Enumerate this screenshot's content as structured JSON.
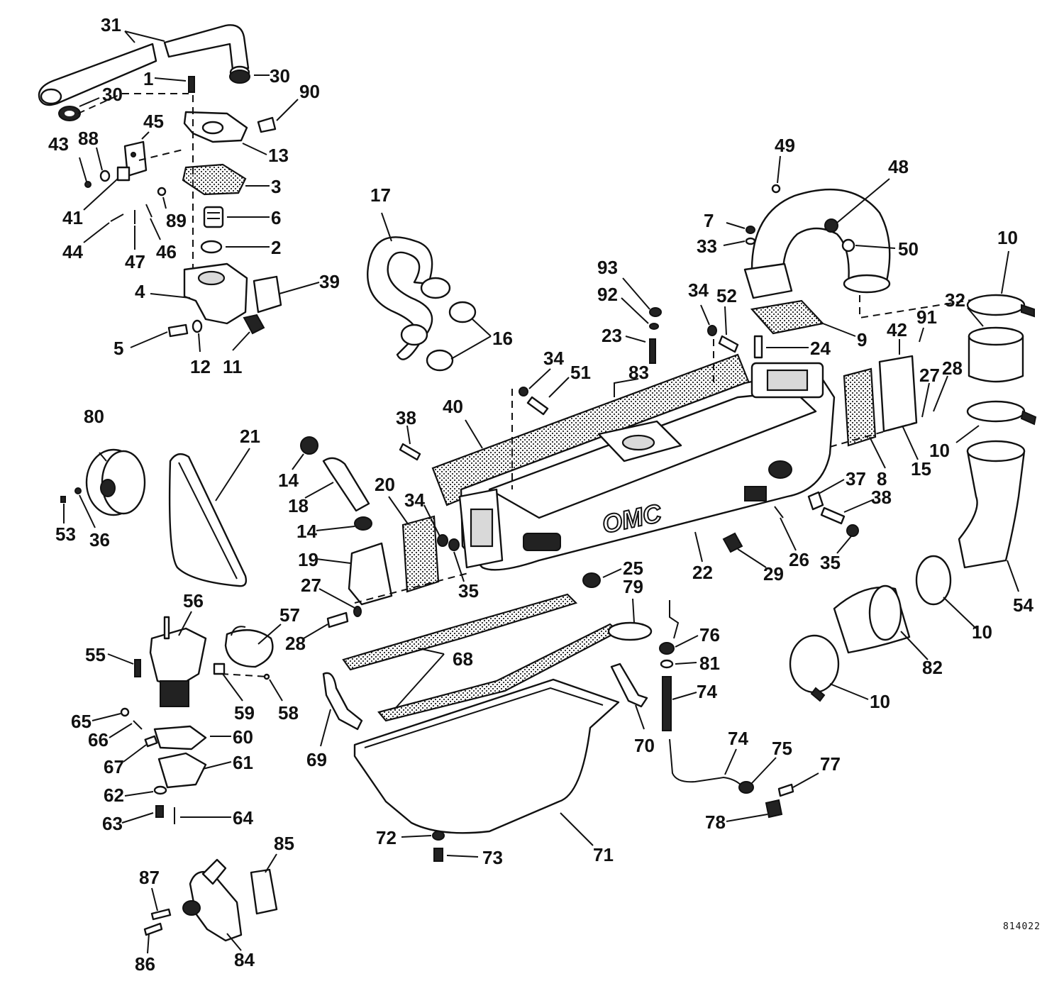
{
  "diagram": {
    "logo_text": "OMC",
    "drawing_code": "814022",
    "callouts": {
      "c1": "1",
      "c2": "2",
      "c3": "3",
      "c4": "4",
      "c5": "5",
      "c6": "6",
      "c7": "7",
      "c8": "8",
      "c9": "9",
      "c10a": "10",
      "c10b": "10",
      "c10c": "10",
      "c10d": "10",
      "c11": "11",
      "c12": "12",
      "c13": "13",
      "c14a": "14",
      "c14b": "14",
      "c15": "15",
      "c16": "16",
      "c17": "17",
      "c18": "18",
      "c19": "19",
      "c20": "20",
      "c21": "21",
      "c22": "22",
      "c23": "23",
      "c24": "24",
      "c25": "25",
      "c26": "26",
      "c27a": "27",
      "c27b": "27",
      "c28a": "28",
      "c28b": "28",
      "c29": "29",
      "c30a": "30",
      "c30b": "30",
      "c31": "31",
      "c32": "32",
      "c33": "33",
      "c34a": "34",
      "c34b": "34",
      "c34c": "34",
      "c35a": "35",
      "c35b": "35",
      "c36": "36",
      "c37": "37",
      "c38a": "38",
      "c38b": "38",
      "c39": "39",
      "c40": "40",
      "c41": "41",
      "c42": "42",
      "c43": "43",
      "c44": "44",
      "c45": "45",
      "c46": "46",
      "c47": "47",
      "c48": "48",
      "c49": "49",
      "c50": "50",
      "c51": "51",
      "c52": "52",
      "c53": "53",
      "c54": "54",
      "c55": "55",
      "c56": "56",
      "c57": "57",
      "c58": "58",
      "c59": "59",
      "c60": "60",
      "c61": "61",
      "c62": "62",
      "c63": "63",
      "c64": "64",
      "c65": "65",
      "c66": "66",
      "c67": "67",
      "c68": "68",
      "c69": "69",
      "c70": "70",
      "c71": "71",
      "c72": "72",
      "c73": "73",
      "c74a": "74",
      "c74b": "74",
      "c75": "75",
      "c76": "76",
      "c77": "77",
      "c78": "78",
      "c79": "79",
      "c80": "80",
      "c81": "81",
      "c82": "82",
      "c83": "83",
      "c84": "84",
      "c85": "85",
      "c86": "86",
      "c87": "87",
      "c88": "88",
      "c89": "89",
      "c90": "90",
      "c91": "91",
      "c92": "92",
      "c93": "93"
    }
  }
}
